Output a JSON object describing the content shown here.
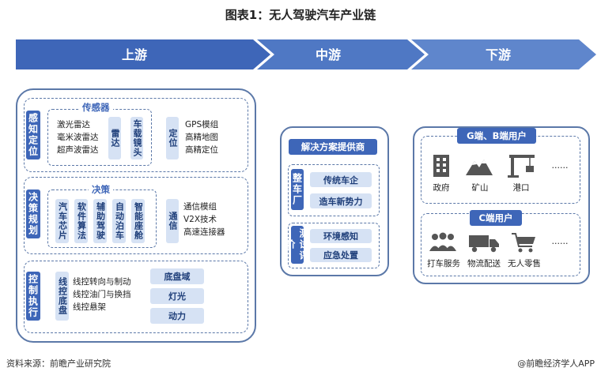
{
  "title": "图表1：无人驾驶汽车产业链",
  "arrows": {
    "upstream": "上游",
    "midstream": "中游",
    "downstream": "下游"
  },
  "upstream": {
    "perception": {
      "label": "感知定位",
      "sensors_title": "传感器",
      "radar_items": [
        "激光雷达",
        "毫米波雷达",
        "超声波雷达"
      ],
      "radar_label": "雷达",
      "camera_label": "车载镜头",
      "positioning_label": "定位",
      "positioning_items": [
        "GPS模组",
        "高精地图",
        "高精定位"
      ]
    },
    "decision": {
      "label": "决策规划",
      "decision_title": "决策",
      "columns": [
        "汽车芯片",
        "软件算法",
        "辅助驾驶",
        "自动泊车",
        "智能座舱"
      ],
      "comm_label": "通信",
      "comm_items": [
        "通信模组",
        "V2X技术",
        "高速连接器"
      ]
    },
    "control": {
      "label": "控制执行",
      "chassis_label": "线控底盘",
      "chassis_items": [
        "线控转向与制动",
        "线控油门与换挡",
        "线控悬架"
      ],
      "domains": [
        "底盘域",
        "灯光",
        "动力"
      ]
    }
  },
  "midstream": {
    "title": "解决方案提供商",
    "oem_label": "整车厂",
    "oem_items": [
      "传统车企",
      "造车新势力"
    ],
    "test_label": "测试评价",
    "test_items": [
      "环境感知",
      "应急处置"
    ]
  },
  "downstream": {
    "gb_title": "G端、B端用户",
    "gb_items": [
      {
        "icon": "building-icon",
        "label": "政府"
      },
      {
        "icon": "mountain-icon",
        "label": "矿山"
      },
      {
        "icon": "crane-icon",
        "label": "港口"
      }
    ],
    "gb_more": "……",
    "c_title": "C端用户",
    "c_items": [
      {
        "icon": "people-icon",
        "label": "打车服务"
      },
      {
        "icon": "truck-icon",
        "label": "物流配送"
      },
      {
        "icon": "cart-icon",
        "label": "无人零售"
      }
    ],
    "c_more": "……"
  },
  "footer": {
    "source": "资料来源：前瞻产业研究院",
    "brand": "@前瞻经济学人APP"
  },
  "colors": {
    "arrow_upstream": "#3e66b8",
    "arrow_mid": "#4f78c4",
    "arrow_down": "#5f86cc",
    "accent": "#3e66b8",
    "light": "#d6e2f4"
  }
}
